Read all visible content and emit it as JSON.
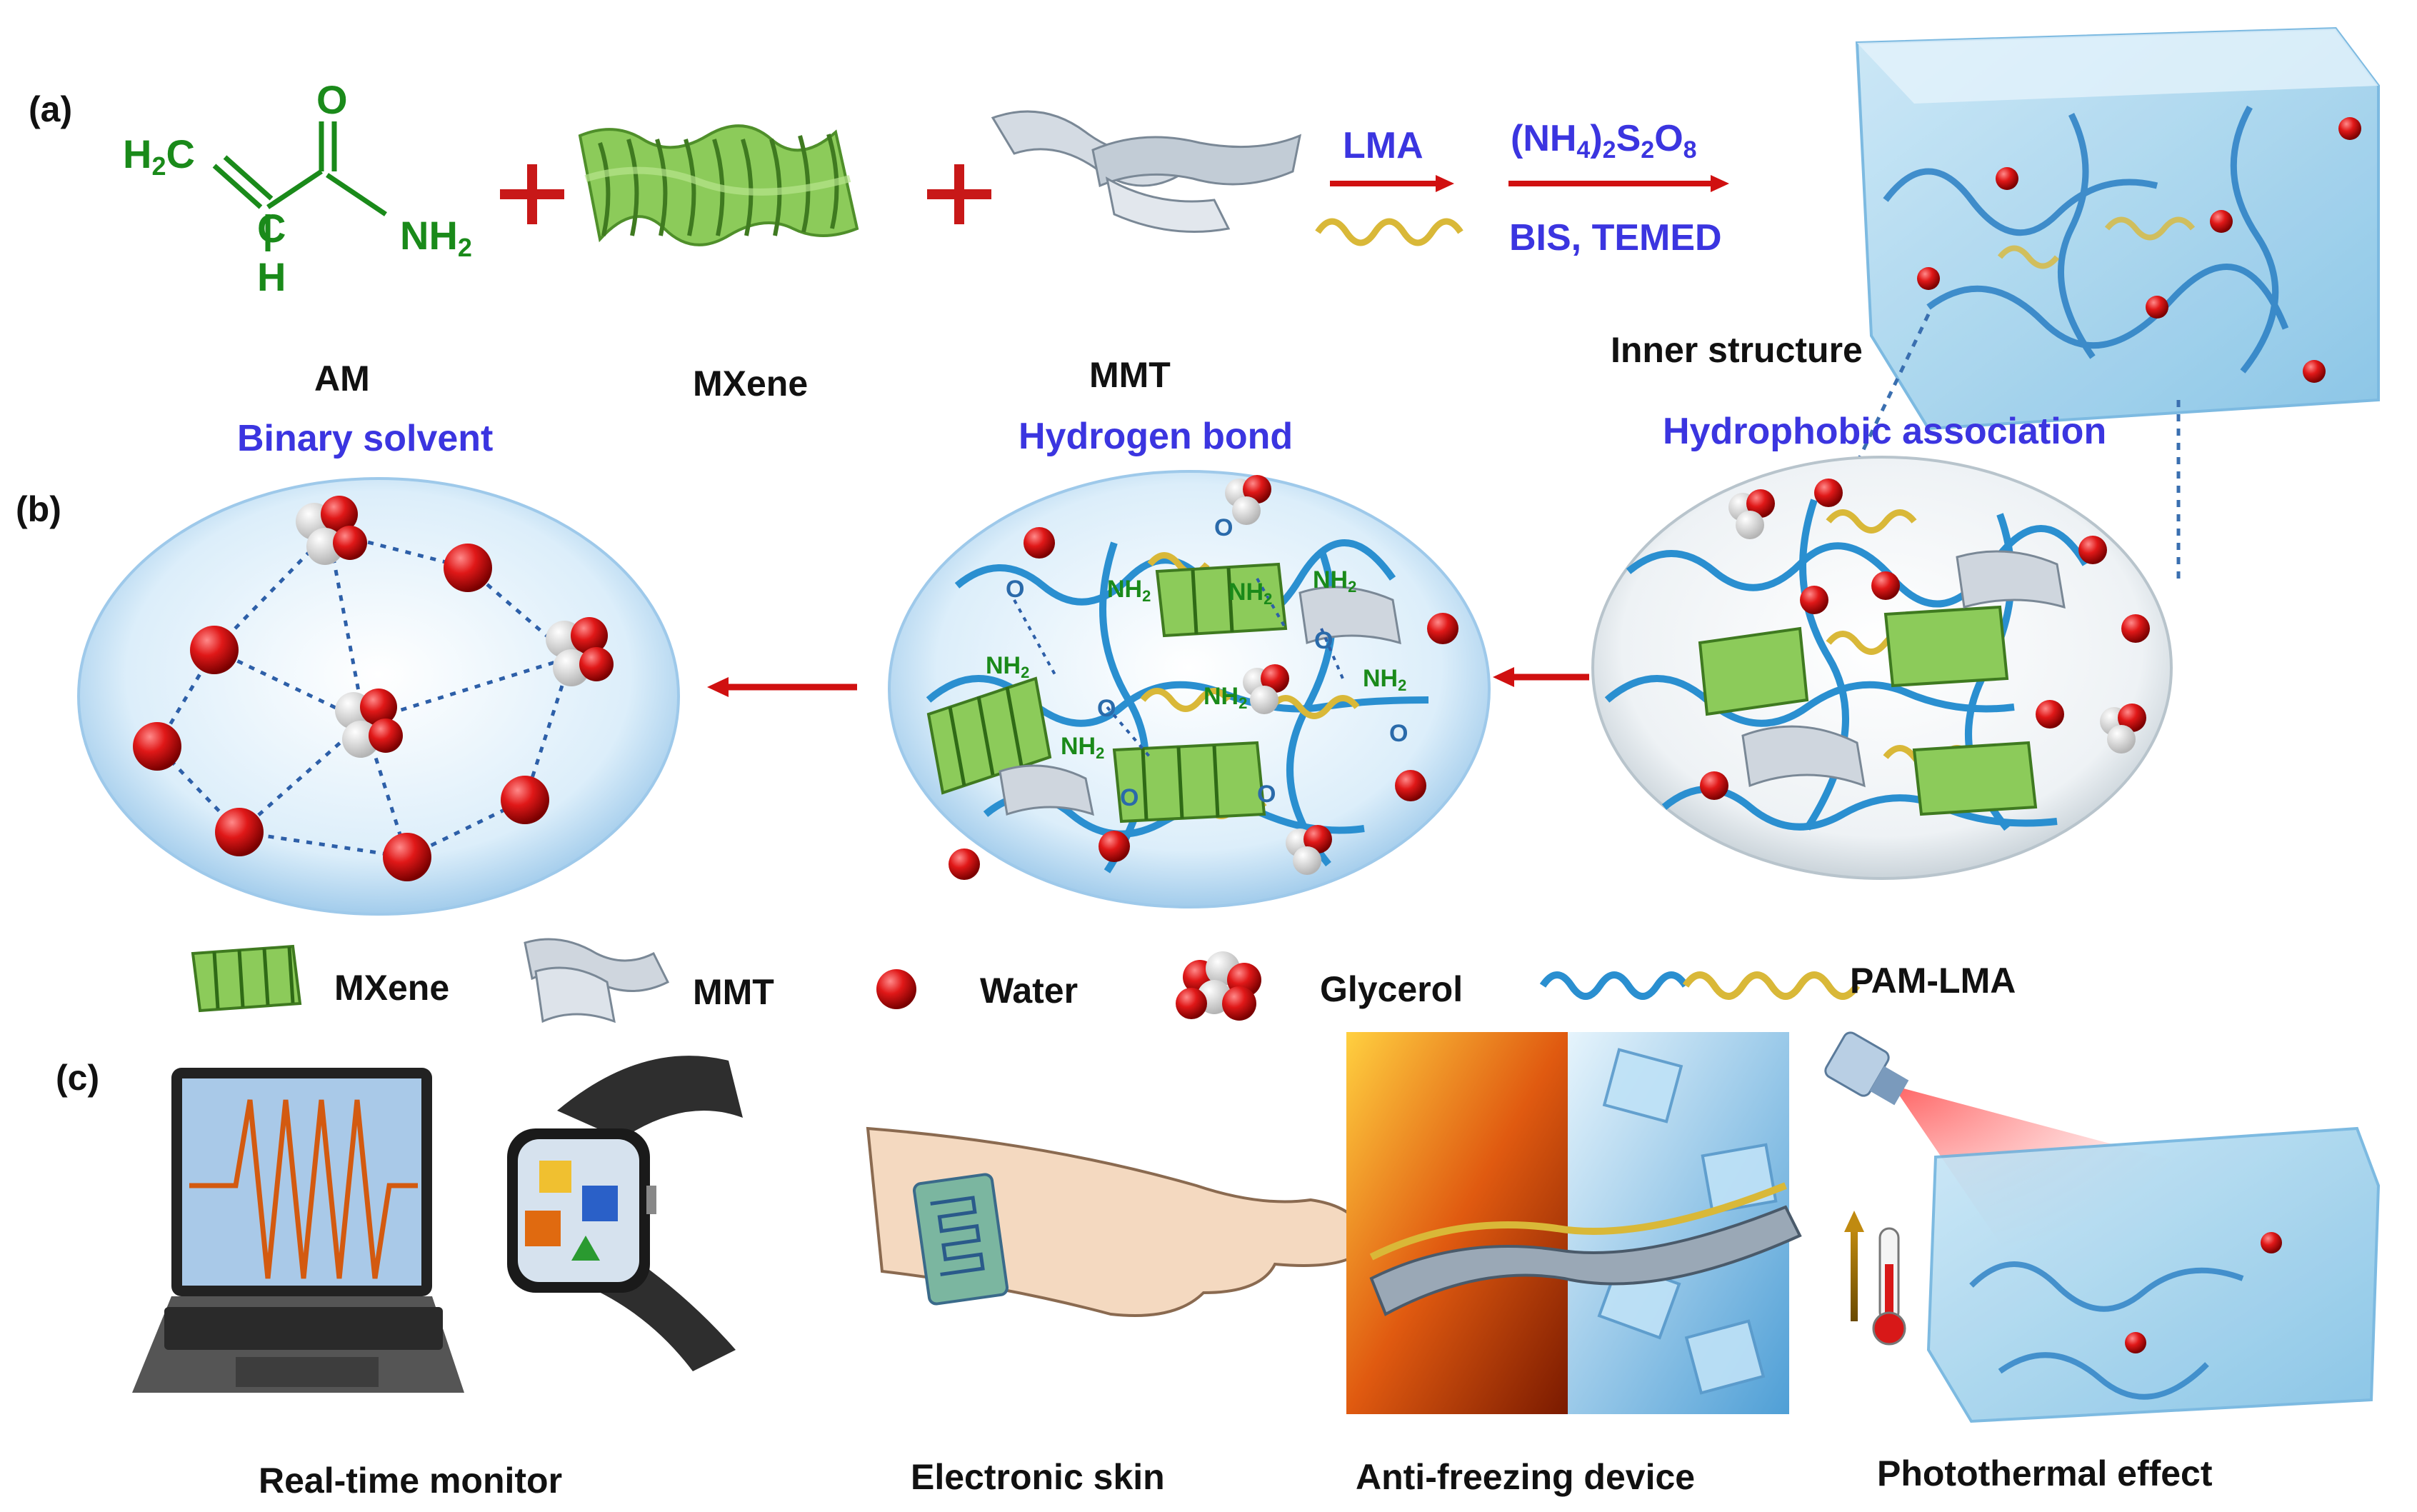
{
  "panels": {
    "a": "(a)",
    "b": "(b)",
    "c": "(c)"
  },
  "reactants": {
    "am": "AM",
    "mxene": "MXene",
    "mmt": "MMT",
    "am_formula_ch2": "H",
    "am_formula_c": "C",
    "am_formula_h": "H",
    "am_formula_o": "O",
    "am_formula_nh2": "NH"
  },
  "reaction": {
    "arrow1_label": "LMA",
    "arrow2_label_top": "(NH",
    "arrow2_label_bottom": "BIS, TEMED"
  },
  "structures": {
    "inner_structure": "Inner structure",
    "binary_solvent": "Binary solvent",
    "hydrogen_bond": "Hydrogen bond",
    "hydrophobic_association": "Hydrophobic association",
    "nh2": "NH",
    "o": "O"
  },
  "legend": {
    "mxene": "MXene",
    "mmt": "MMT",
    "water": "Water",
    "glycerol": "Glycerol",
    "pam_lma": "PAM-LMA"
  },
  "applications": {
    "realtime": "Real-time monitor",
    "eskin": "Electronic skin",
    "antifreeze": "Anti-freezing device",
    "photothermal": "Photothermal effect"
  },
  "colors": {
    "text_blue": "#3b35e0",
    "arrow_red": "#d01010",
    "chem_green": "#1a8a1a",
    "chain_blue": "#3a9ad9",
    "chain_gold": "#d9b838",
    "water_red": "#d81818",
    "mxene_green": "#7cc04a"
  }
}
